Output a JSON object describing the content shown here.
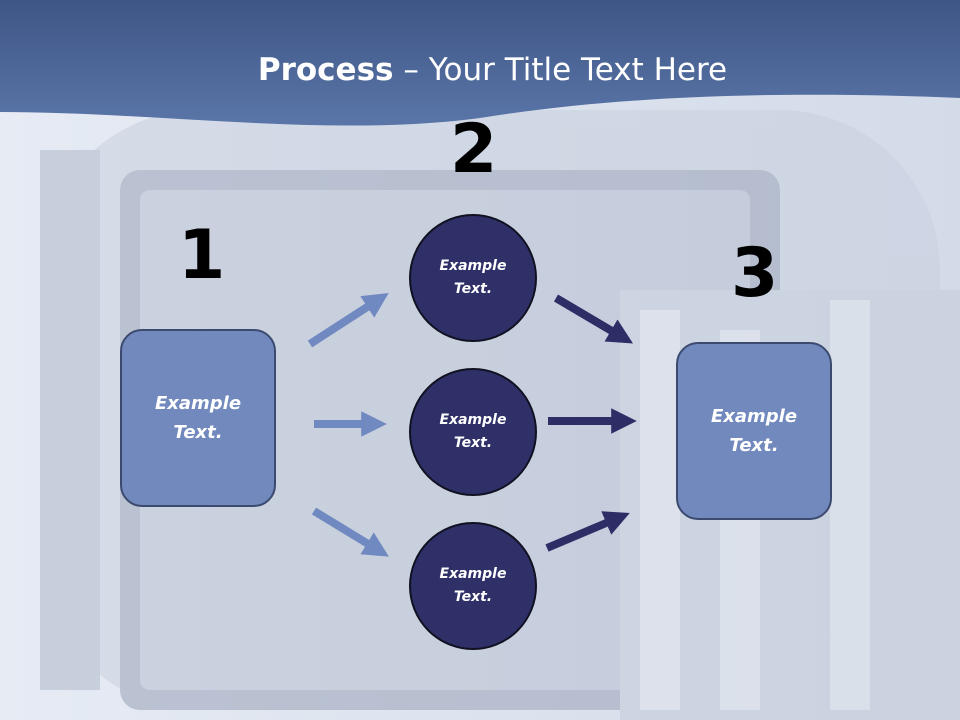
{
  "slide": {
    "title_bold": "Process",
    "title_rest": " – Your Title Text Here",
    "steps": [
      "1",
      "2",
      "3"
    ],
    "left_box": "Example\nText.",
    "right_box": "Example\nText.",
    "circles": [
      "Example\nText.",
      "Example\nText.",
      "Example\nText."
    ]
  },
  "colors": {
    "banner": "#4a6294",
    "box_fill": "#7189bd",
    "circle_fill": "#2f3068",
    "light_arrow": "#7089c0",
    "dark_arrow": "#2e2e66"
  }
}
